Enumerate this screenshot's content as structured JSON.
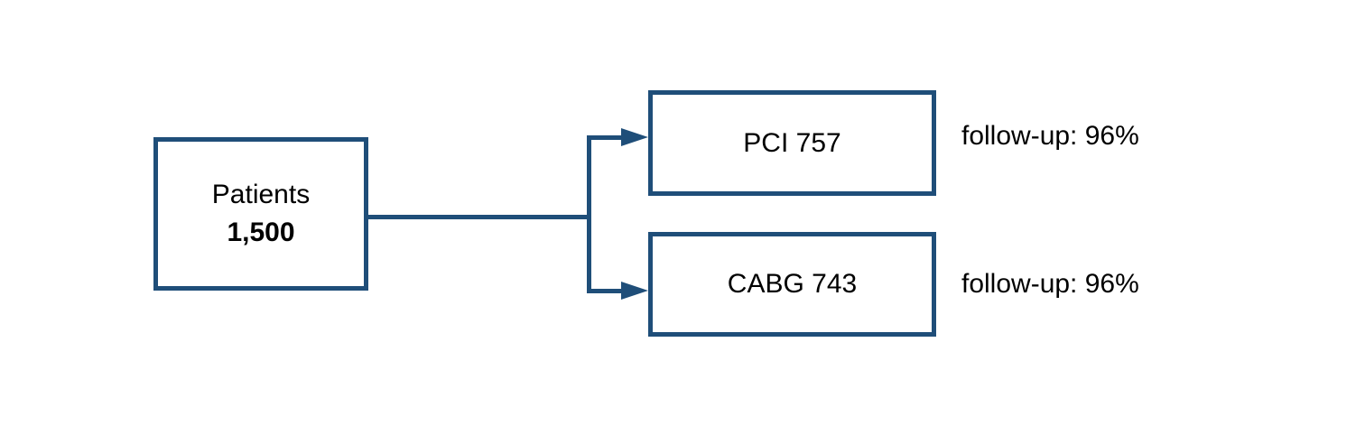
{
  "diagram": {
    "root": {
      "label": "Patients",
      "value": "1,500"
    },
    "branches": [
      {
        "label": "PCI 757",
        "annotation": "follow-up: 96%"
      },
      {
        "label": "CABG 743",
        "annotation": "follow-up: 96%"
      }
    ]
  },
  "colors": {
    "accent": "#1F4E79",
    "text": "#000000",
    "background": "#FFFFFF"
  }
}
